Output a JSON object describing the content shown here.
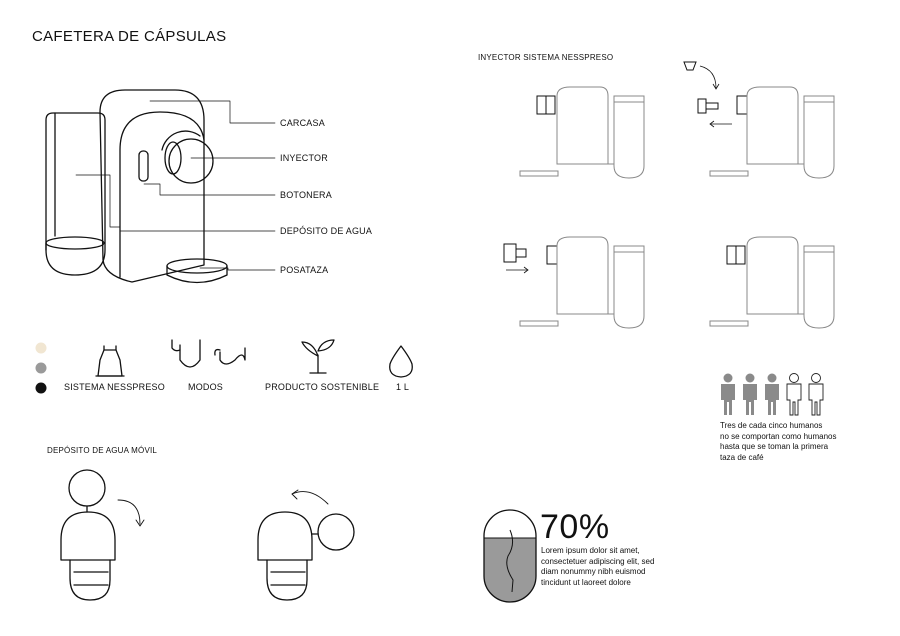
{
  "title": "CAFETERA DE CÁPSULAS",
  "machine_labels": {
    "carcasa": "CARCASA",
    "inyector": "INYECTOR",
    "botonera": "BOTONERA",
    "deposito": "DEPÓSITO DE AGUA",
    "posataza": "POSATAZA"
  },
  "colors": [
    "#f1e6d2",
    "#9a9a9a",
    "#111111"
  ],
  "features": {
    "sistema": "SISTEMA NESSPRESO",
    "modos": "MODOS",
    "sostenible": "PRODUCTO SOSTENIBLE",
    "capacidad": "1 L"
  },
  "deposito_movil": "DEPÓSITO DE AGUA MÓVIL",
  "inyector_title": "INYECTOR SISTEMA NESSPRESO",
  "quote": {
    "line1": "Tres de cada cinco humanos",
    "line2": "no se comportan como humanos",
    "line3": "hasta que se toman la primera",
    "line4": "taza  de café"
  },
  "stat": {
    "value": "70%",
    "line1": "Lorem ipsum dolor sit amet,",
    "line2": "consectetuer adipiscing elit, sed",
    "line3": "diam nonummy nibh euismod",
    "line4": "tincidunt ut laoreet dolore"
  },
  "icons": [
    "capsule-icon",
    "modes-icon",
    "sprout-icon",
    "water-drop-icon",
    "person-icon",
    "arrow-icon"
  ]
}
